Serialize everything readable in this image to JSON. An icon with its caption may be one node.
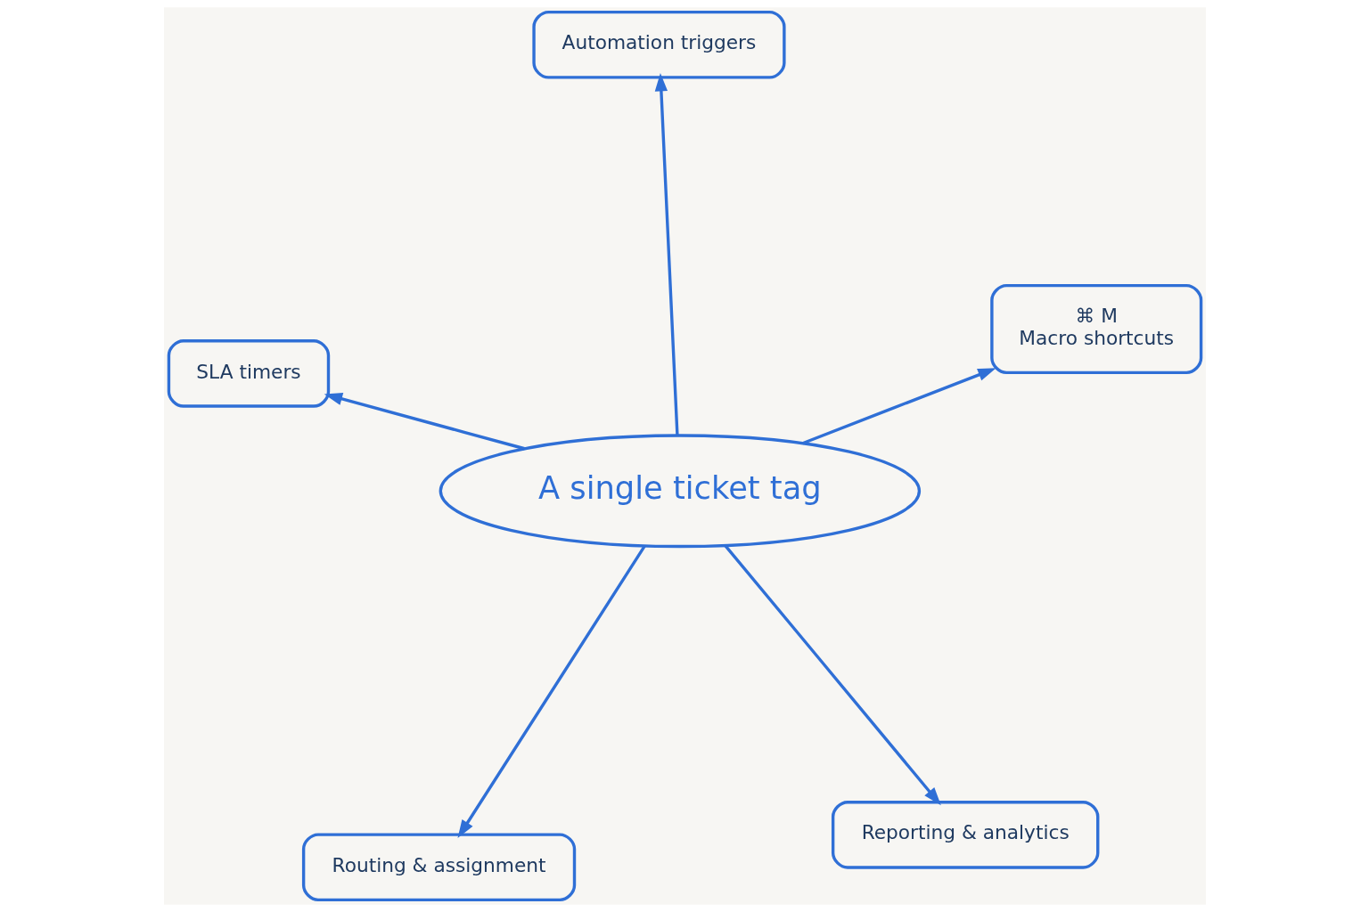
{
  "diagram": {
    "nodes": [
      {
        "text": [
          "A single ticket tag"
        ]
      },
      {
        "text": [
          "Reporting & analytics"
        ]
      },
      {
        "text": [
          "Routing & assignment"
        ]
      },
      {
        "text": [
          "SLA timers"
        ]
      },
      {
        "text": [
          "⌘ M",
          "Macro shortcuts"
        ]
      },
      {
        "text": [
          "Automation triggers"
        ]
      }
    ],
    "edges": [
      {
        "from": 0,
        "to": 1,
        "arrow": "to"
      },
      {
        "from": 0,
        "to": 2,
        "arrow": "to"
      },
      {
        "from": 0,
        "to": 3,
        "arrow": "to"
      },
      {
        "from": 0,
        "to": 4,
        "arrow": "to"
      },
      {
        "from": 0,
        "to": 5,
        "arrow": "to"
      }
    ]
  }
}
